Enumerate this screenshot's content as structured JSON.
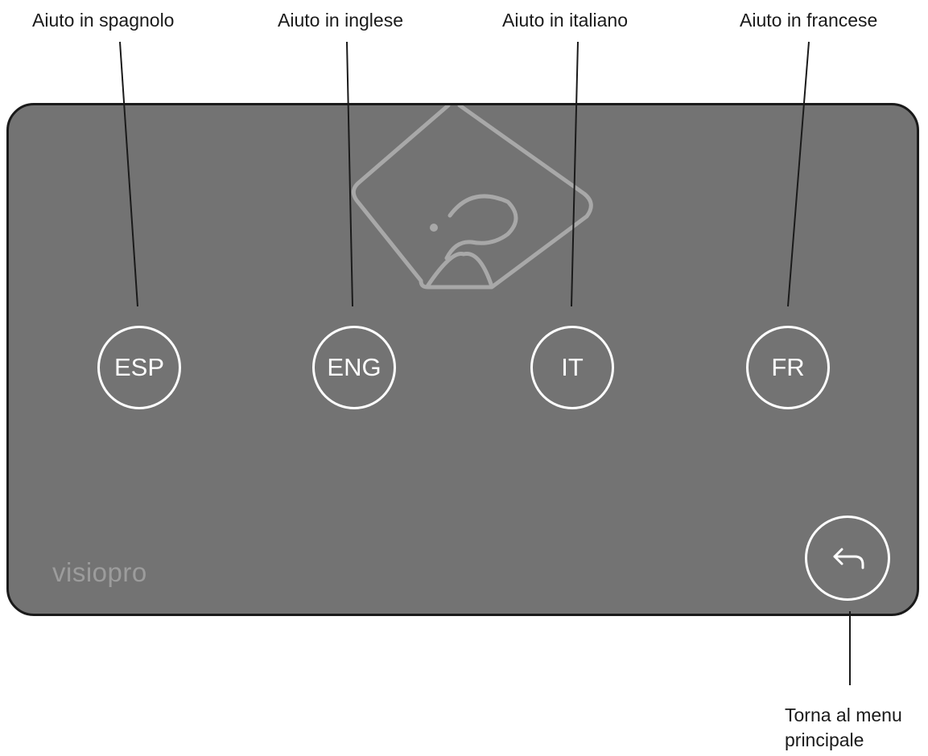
{
  "callouts": {
    "esp": "Aiuto in spagnolo",
    "eng": "Aiuto in inglese",
    "it": "Aiuto in italiano",
    "fr": "Aiuto in francese",
    "back_line1": "Torna al menu",
    "back_line2": "principale"
  },
  "screen": {
    "background_color": "#737373",
    "buttons": {
      "esp": "ESP",
      "eng": "ENG",
      "it": "IT",
      "fr": "FR"
    },
    "back_icon": "return-arrow-icon",
    "watermark_icon": "question-mark-icon",
    "brand": "visiopro"
  }
}
